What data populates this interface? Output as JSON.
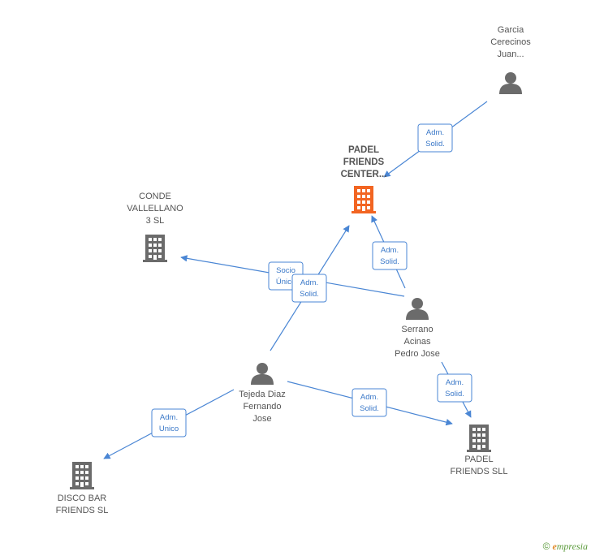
{
  "nodes": [
    {
      "id": "padel-center",
      "type": "company",
      "highlight": true,
      "label": [
        "PADEL",
        "FRIENDS",
        "CENTER..."
      ]
    },
    {
      "id": "garcia",
      "type": "person",
      "label": [
        "Garcia",
        "Cerecinos",
        "Juan..."
      ]
    },
    {
      "id": "conde",
      "type": "company",
      "label": [
        "CONDE",
        "VALLELLANO",
        "3 SL"
      ]
    },
    {
      "id": "serrano",
      "type": "person",
      "label": [
        "Serrano",
        "Acinas",
        "Pedro Jose"
      ]
    },
    {
      "id": "tejeda",
      "type": "person",
      "label": [
        "Tejeda Diaz",
        "Fernando",
        "Jose"
      ]
    },
    {
      "id": "padel-sll",
      "type": "company",
      "label": [
        "PADEL",
        "FRIENDS SLL"
      ]
    },
    {
      "id": "disco",
      "type": "company",
      "label": [
        "DISCO BAR",
        "FRIENDS SL"
      ]
    }
  ],
  "edges": [
    {
      "from": "garcia",
      "to": "padel-center",
      "label": [
        "Adm.",
        "Solid."
      ]
    },
    {
      "from": "serrano",
      "to": "padel-center",
      "label": [
        "Adm.",
        "Solid."
      ]
    },
    {
      "from": "serrano",
      "to": "conde",
      "label": [
        "Socio",
        "Único"
      ]
    },
    {
      "from": "tejeda",
      "to": "padel-center",
      "label": [
        "Adm.",
        "Solid."
      ]
    },
    {
      "from": "serrano",
      "to": "padel-sll",
      "label": [
        "Adm.",
        "Solid."
      ]
    },
    {
      "from": "tejeda",
      "to": "padel-sll",
      "label": [
        "Adm.",
        "Solid."
      ]
    },
    {
      "from": "tejeda",
      "to": "disco",
      "label": [
        "Adm.",
        "Unico"
      ]
    }
  ],
  "colors": {
    "edge": "#4a86d4",
    "icon": "#6b6b6b",
    "highlight": "#f26522"
  },
  "footer": {
    "copyright": "©",
    "brand_initial": "e",
    "brand_rest": "mpresia"
  }
}
